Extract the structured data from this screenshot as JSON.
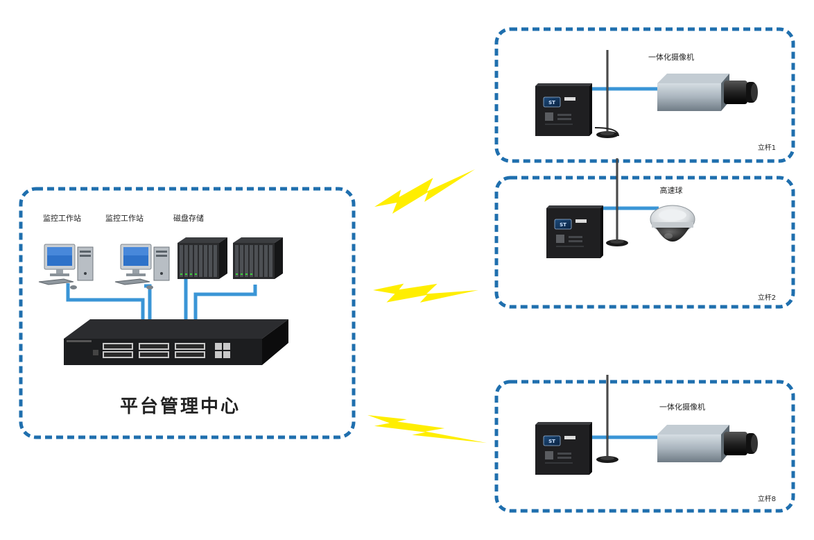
{
  "center": {
    "title": "平台管理中心",
    "workstation_label": "监控工作站",
    "storage_label": "磁盘存储"
  },
  "poles": [
    {
      "id": "pole-1",
      "camera_label": "一体化摄像机",
      "pole_label": "立杆1",
      "camera_type": "box"
    },
    {
      "id": "pole-2",
      "camera_label": "高速球",
      "pole_label": "立杆2",
      "camera_type": "dome"
    },
    {
      "id": "pole-8",
      "camera_label": "一体化摄像机",
      "pole_label": "立杆8",
      "camera_type": "box"
    }
  ],
  "colors": {
    "dashed_border": "#1f6fae",
    "cable": "#3a95d6",
    "lightning": "#ffee00",
    "device_dark": "#1c1c1e",
    "camera_body": "#a9b4bd"
  },
  "icons": {
    "workstation": "computer-icon",
    "storage": "server-rack-icon",
    "switch": "network-switch-icon",
    "wireless_link": "lightning-icon",
    "antenna": "antenna-icon",
    "transmitter": "wireless-terminal-icon",
    "box_camera": "box-camera-icon",
    "dome_camera": "dome-camera-icon"
  }
}
